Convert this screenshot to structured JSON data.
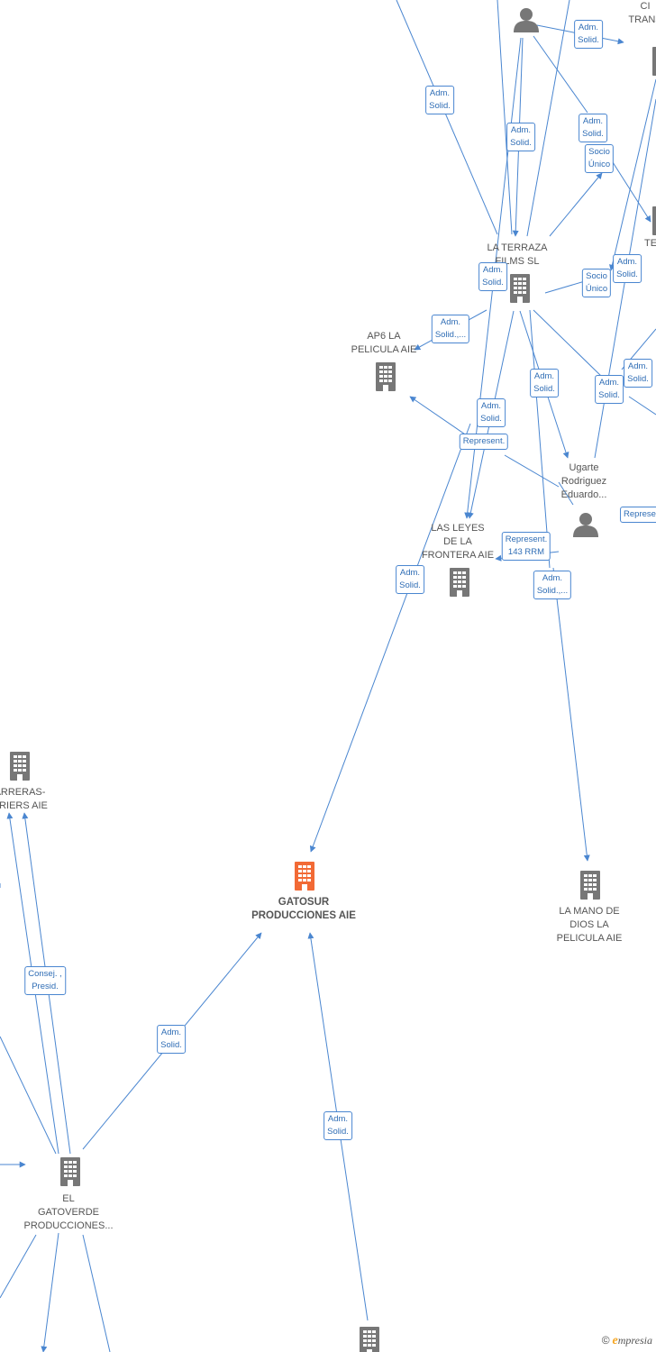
{
  "colors": {
    "edge": "#4a86d0",
    "node": "#777777",
    "highlight": "#f26a35"
  },
  "nodes": [
    {
      "id": "gatosur",
      "label": "GATOSUR\nPRODUCCIONES AIE",
      "type": "building",
      "highlight": true
    },
    {
      "id": "terraza",
      "label": "LA TERRAZA\nFILMS  SL",
      "type": "building"
    },
    {
      "id": "ap6",
      "label": "AP6 LA\nPELICULA AIE",
      "type": "building"
    },
    {
      "id": "leyes",
      "label": "LAS LEYES\nDE LA\nFRONTERA  AIE",
      "type": "building"
    },
    {
      "id": "mano",
      "label": "LA MANO DE\nDIOS LA\nPELICULA AIE",
      "type": "building"
    },
    {
      "id": "carreras",
      "label": "ARRERAS-\nRRIERS AIE",
      "type": "building"
    },
    {
      "id": "gatoverde",
      "label": "EL\nGATOVERDE\nPRODUCCIONES...",
      "type": "building"
    },
    {
      "id": "ugarte",
      "label": "Ugarte\nRodriguez\nEduardo...",
      "type": "person"
    },
    {
      "id": "person_top",
      "label": "",
      "type": "person"
    },
    {
      "id": "trans",
      "label": "CI\nTRANS",
      "type": "building"
    },
    {
      "id": "te",
      "label": "TE",
      "type": "building"
    },
    {
      "id": "bottom",
      "label": "",
      "type": "building"
    }
  ],
  "edge_labels": [
    {
      "id": "e1",
      "text": "Adm.\nSolid."
    },
    {
      "id": "e2",
      "text": "Adm.\nSolid."
    },
    {
      "id": "e3",
      "text": "Adm.\nSolid."
    },
    {
      "id": "e4",
      "text": "Adm.\nSolid."
    },
    {
      "id": "e5",
      "text": "Socio\nÚnico"
    },
    {
      "id": "e6",
      "text": "Adm.\nSolid."
    },
    {
      "id": "e7",
      "text": "Adm.\nSolid.,..."
    },
    {
      "id": "e8",
      "text": "Socio\nÚnico"
    },
    {
      "id": "e9",
      "text": "Adm.\nSolid."
    },
    {
      "id": "e10",
      "text": "Adm.\nSolid."
    },
    {
      "id": "e11",
      "text": "Adm.\nSolid."
    },
    {
      "id": "e12",
      "text": "Adm.\nSolid."
    },
    {
      "id": "e13",
      "text": "Adm.\nSolid."
    },
    {
      "id": "e14",
      "text": "Represent."
    },
    {
      "id": "e15",
      "text": "Represent.\n143 RRM"
    },
    {
      "id": "e16",
      "text": "Represe"
    },
    {
      "id": "e17",
      "text": "Adm.\nSolid."
    },
    {
      "id": "e18",
      "text": "Adm.\nSolid.,..."
    },
    {
      "id": "e19",
      "text": "Consej. ,\nPresid."
    },
    {
      "id": "e20",
      "text": "Adm.\nSolid."
    },
    {
      "id": "e21",
      "text": "Adm.\nSolid."
    }
  ],
  "watermark": {
    "copyright": "©",
    "brand": "mpresia",
    "brand_initial": "e"
  }
}
